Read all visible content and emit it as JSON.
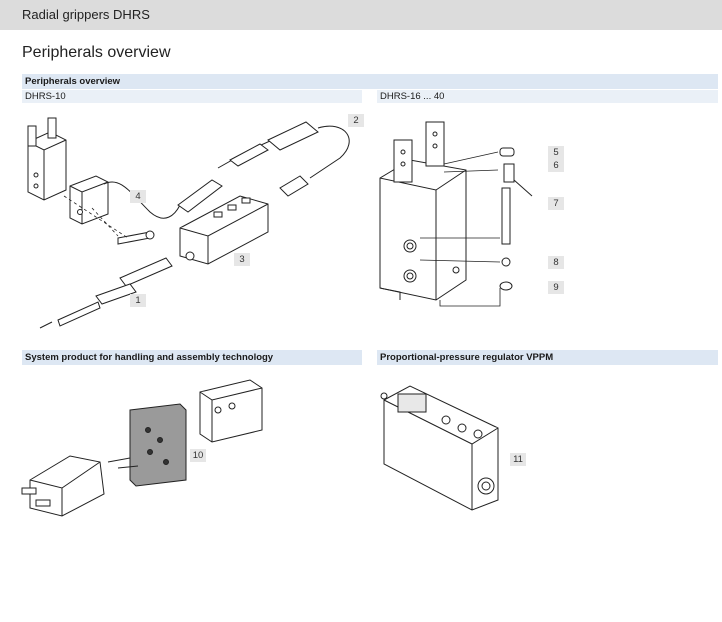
{
  "header": {
    "title": "Radial grippers DHRS"
  },
  "page": {
    "heading": "Peripherals overview"
  },
  "sections": {
    "peripherals": {
      "title": "Peripherals overview",
      "left_sub": "DHRS-10",
      "right_sub": "DHRS-16 ... 40"
    },
    "system": {
      "title": "System product for handling and assembly technology"
    },
    "regulator": {
      "title": "Proportional-pressure regulator VPPM"
    }
  },
  "callouts": {
    "c1": "1",
    "c2": "2",
    "c3": "3",
    "c4": "4",
    "c5": "5",
    "c6": "6",
    "c7": "7",
    "c8": "8",
    "c9": "9",
    "c10": "10",
    "c11": "11"
  }
}
